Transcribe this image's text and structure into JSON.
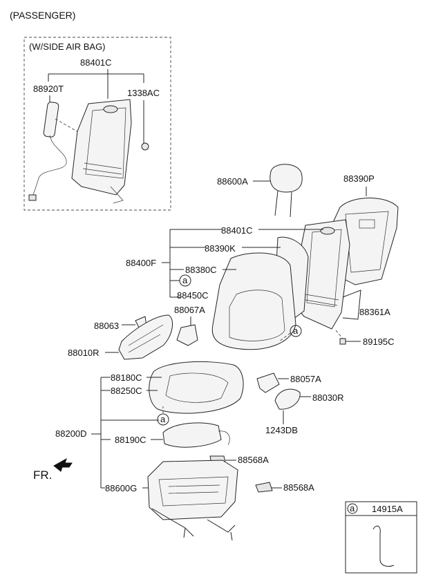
{
  "header": {
    "title": "(PASSENGER)"
  },
  "airbag_box": {
    "title": "(W/SIDE AIR BAG)"
  },
  "labels": {
    "l88401C_top": "88401C",
    "l88920T": "88920T",
    "l1338AC": "1338AC",
    "l88600A": "88600A",
    "l88390P": "88390P",
    "l88401C": "88401C",
    "l88390K": "88390K",
    "l88400F": "88400F",
    "l88380C": "88380C",
    "l88450C": "88450C",
    "l88067A": "88067A",
    "l88361A": "88361A",
    "l88063": "88063",
    "l89195C": "89195C",
    "l88010R": "88010R",
    "l88180C": "88180C",
    "l88057A": "88057A",
    "l88250C": "88250C",
    "l88030R": "88030R",
    "l88200D": "88200D",
    "l88190C": "88190C",
    "l1243DB": "1243DB",
    "l88568A_1": "88568A",
    "l88600G": "88600G",
    "l88568A_2": "88568A",
    "fr": "FR."
  },
  "callouts": {
    "a1": "a",
    "a2": "a",
    "a3": "a"
  },
  "legend_box": {
    "marker": "a",
    "part": "14915A"
  }
}
